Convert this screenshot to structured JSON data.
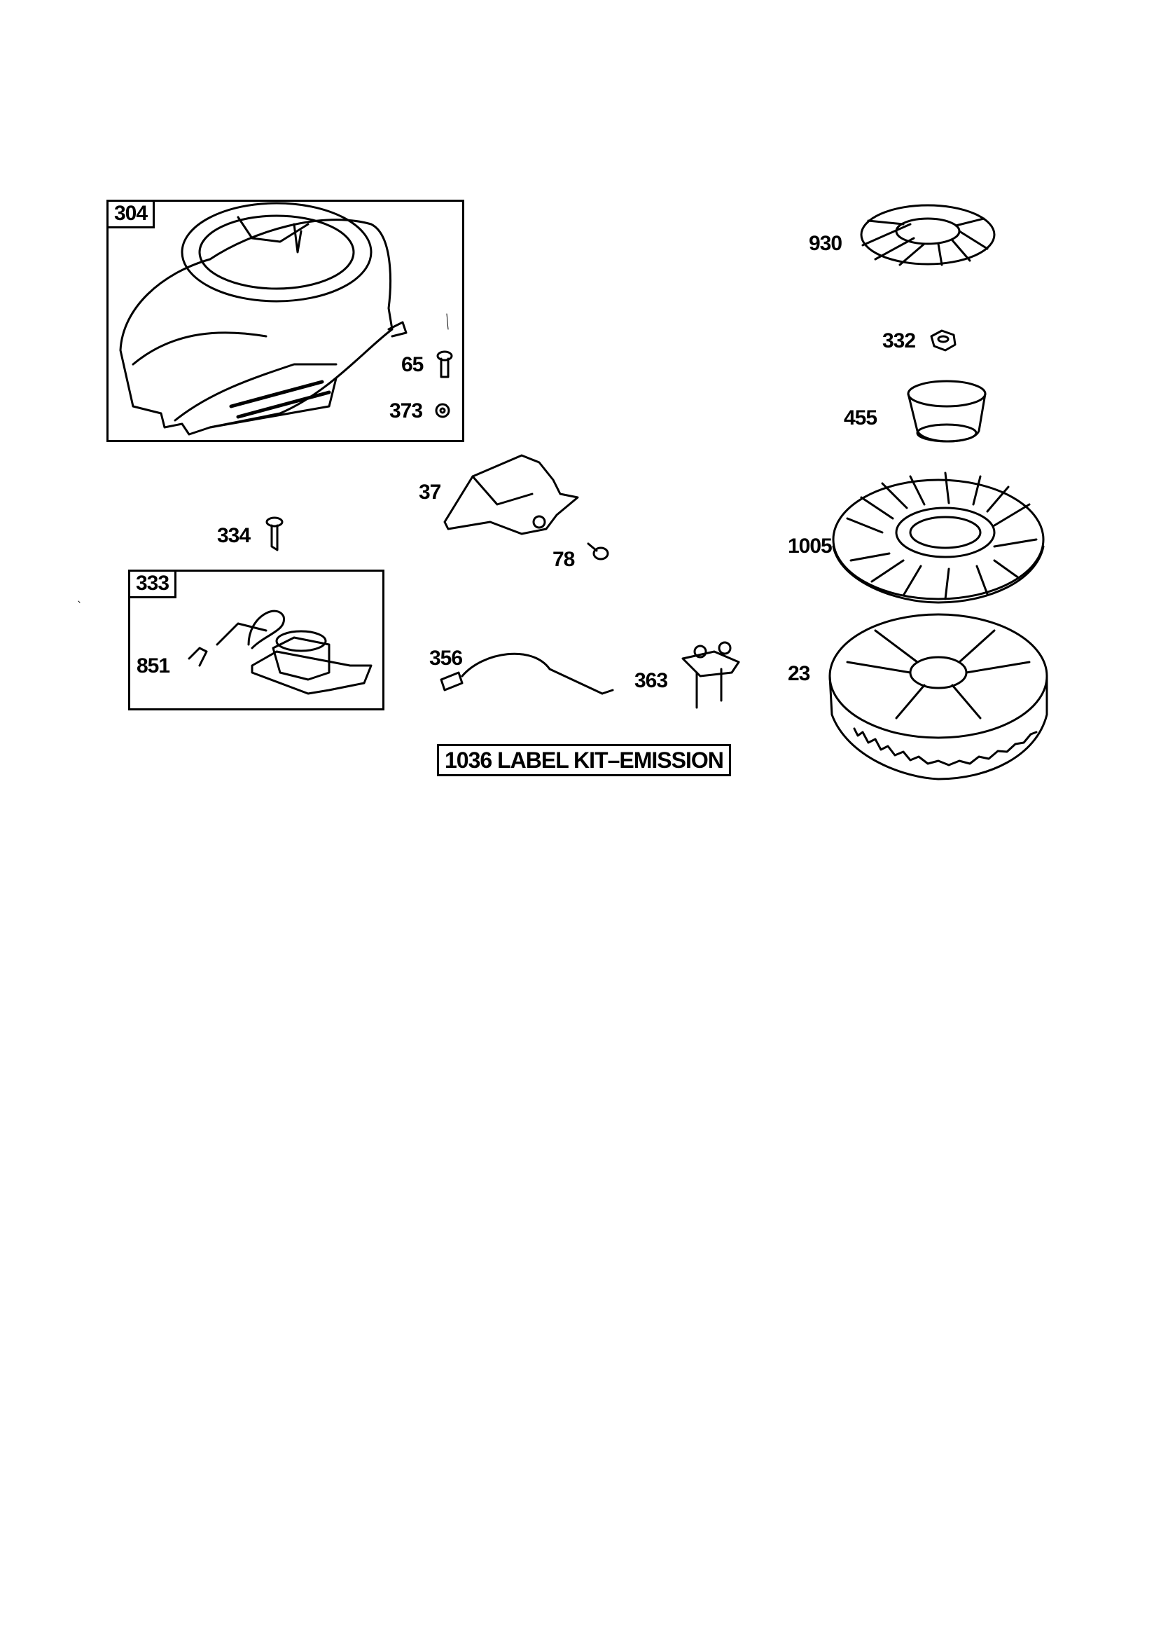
{
  "groups": {
    "blower_housing": {
      "number": "304"
    },
    "ignition_armature": {
      "number": "333"
    }
  },
  "labels": {
    "p304": "304",
    "p65": "65",
    "p373": "373",
    "p930": "930",
    "p332": "332",
    "p455": "455",
    "p37": "37",
    "p334": "334",
    "p78": "78",
    "p1005": "1005",
    "p333": "333",
    "p851": "851",
    "p356": "356",
    "p363": "363",
    "p23": "23"
  },
  "kit_label": "1036 LABEL KIT–EMISSION"
}
